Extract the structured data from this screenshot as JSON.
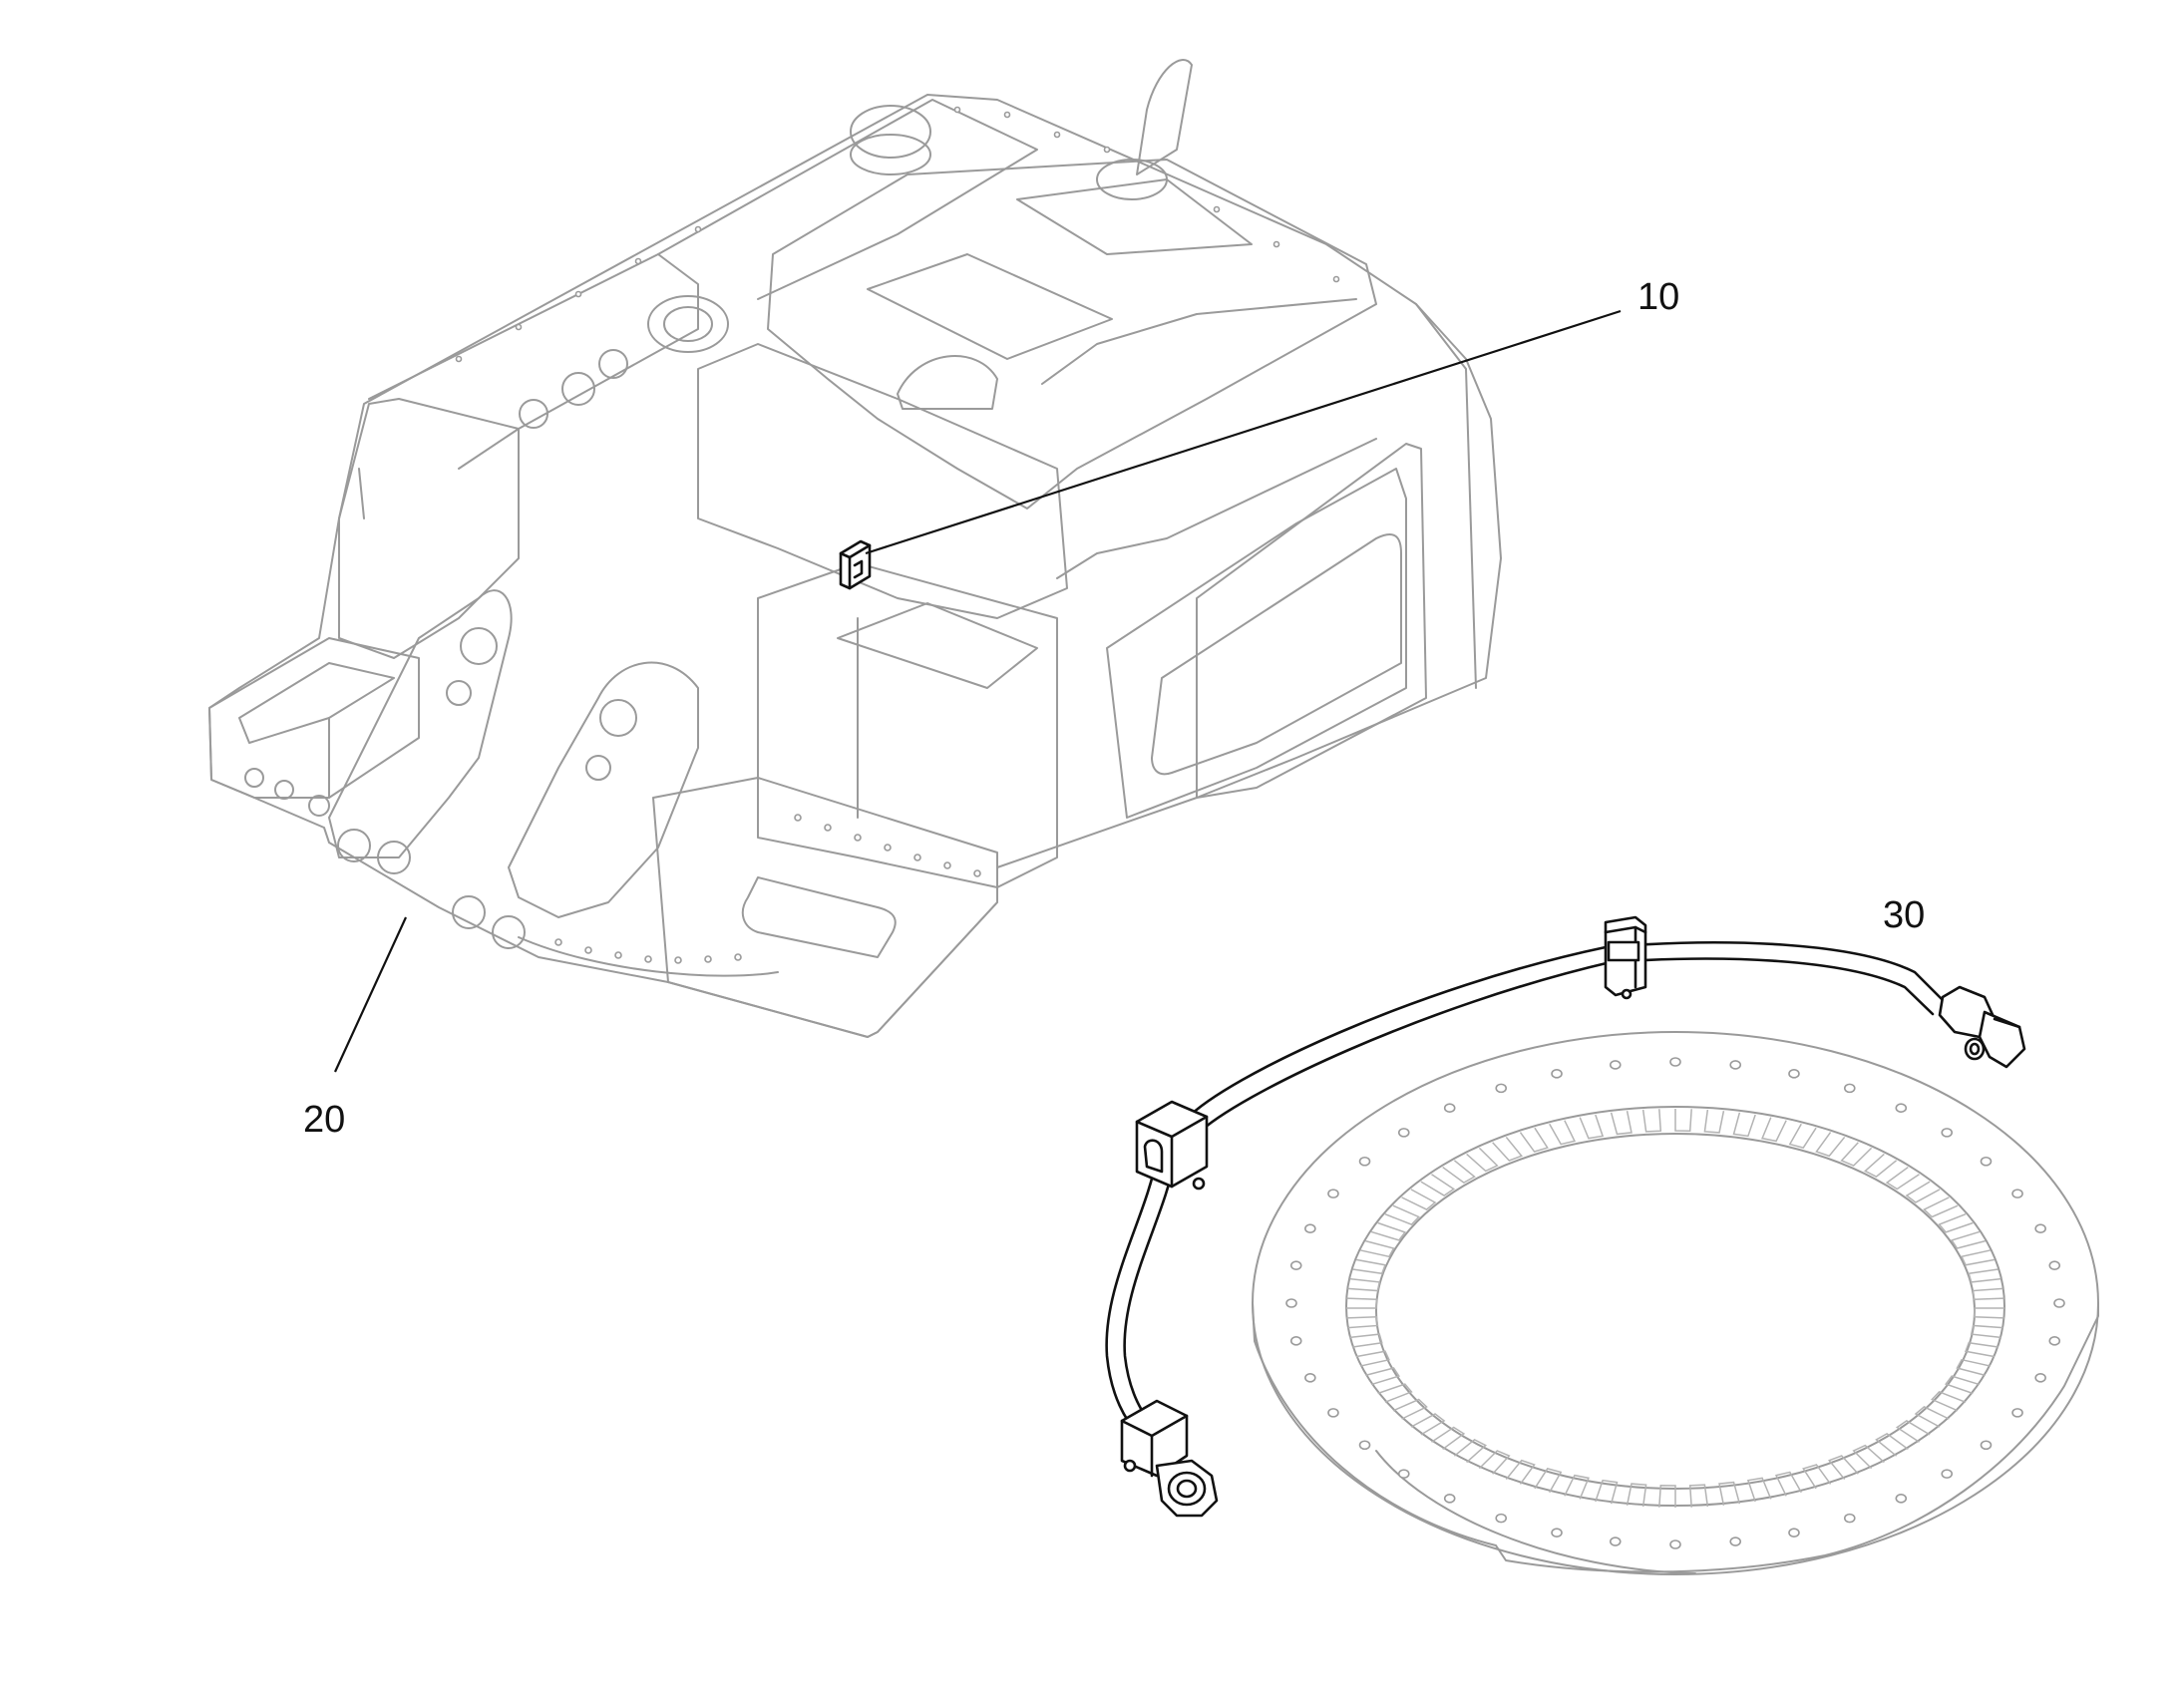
{
  "callouts": {
    "c10": "10",
    "c20": "20",
    "c30": "30"
  },
  "colors": {
    "background": "#ffffff",
    "context_lines": "#9a9a9a",
    "highlight_lines": "#111111"
  },
  "icons": {
    "upper_frame": "excavator-upper-frame-illustration",
    "bracket": "highlighted-bracket-part",
    "slewing_ring": "slewing-ring-gear-illustration",
    "hose": "lubrication-hose-part"
  }
}
